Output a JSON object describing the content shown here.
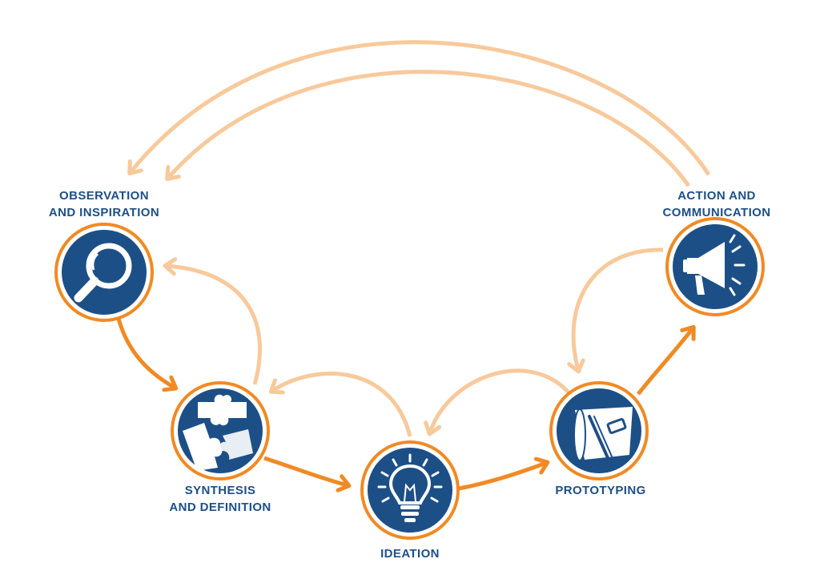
{
  "colors": {
    "navy": "#1d4f87",
    "orange": "#f08a24",
    "light_orange": "#f8c99b",
    "white": "#ffffff"
  },
  "stages": [
    {
      "id": "observation",
      "lines": [
        "OBSERVATION",
        "AND INSPIRATION"
      ],
      "icon": "magnifying-glass-icon"
    },
    {
      "id": "synthesis",
      "lines": [
        "SYNTHESIS",
        "AND DEFINITION"
      ],
      "icon": "puzzle-pieces-icon"
    },
    {
      "id": "ideation",
      "lines": [
        "IDEATION"
      ],
      "icon": "light-bulb-icon"
    },
    {
      "id": "prototyping",
      "lines": [
        "PROTOTYPING"
      ],
      "icon": "blueprint-tools-icon"
    },
    {
      "id": "action",
      "lines": [
        "ACTION AND",
        "COMMUNICATION"
      ],
      "icon": "megaphone-icon"
    }
  ],
  "forward_flow": [
    [
      "observation",
      "synthesis"
    ],
    [
      "synthesis",
      "ideation"
    ],
    [
      "ideation",
      "prototyping"
    ],
    [
      "prototyping",
      "action"
    ]
  ],
  "feedback_flow": [
    [
      "synthesis",
      "observation"
    ],
    [
      "ideation",
      "synthesis"
    ],
    [
      "prototyping",
      "ideation"
    ],
    [
      "action",
      "prototyping"
    ],
    [
      "action",
      "observation"
    ],
    [
      "action",
      "observation"
    ]
  ]
}
